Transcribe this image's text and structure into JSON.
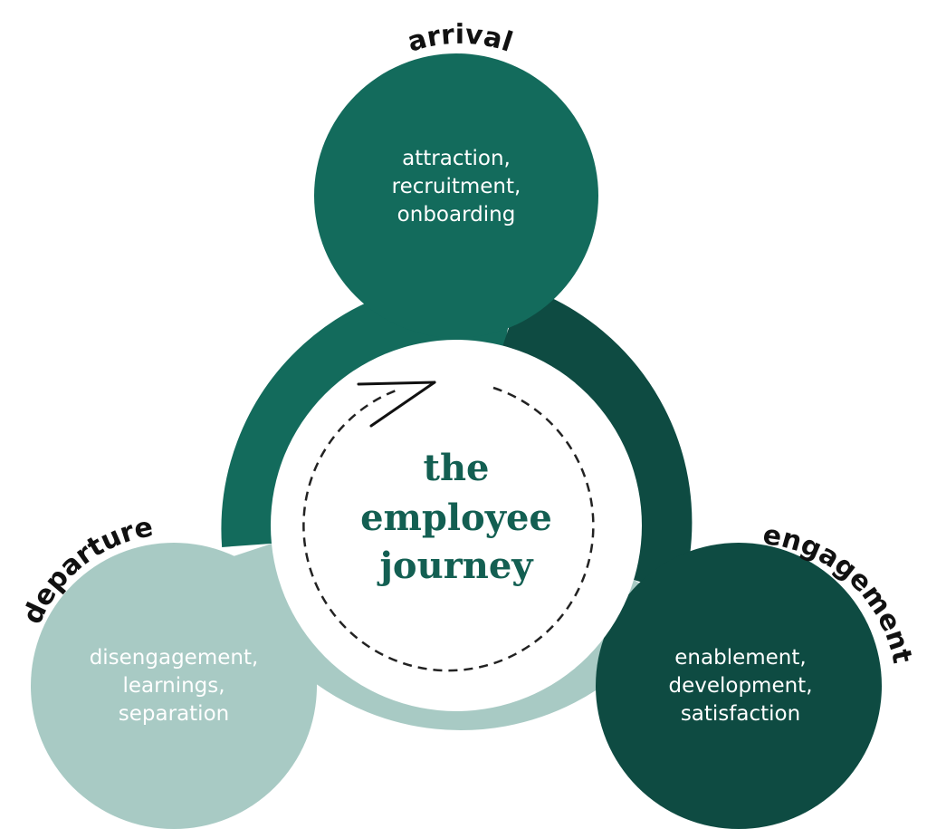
{
  "diagram": {
    "center_title": [
      "the",
      "employee",
      "journey"
    ],
    "stages": {
      "arrival": {
        "label": "arrival",
        "lines": [
          "attraction,",
          "recruitment,",
          "onboarding"
        ],
        "color": "#136b5c"
      },
      "engagement": {
        "label": "engagement",
        "lines": [
          "enablement,",
          "development,",
          "satisfaction"
        ],
        "color": "#0e4b42"
      },
      "departure": {
        "label": "departure",
        "lines": [
          "disengagement,",
          "learnings,",
          "separation"
        ],
        "color": "#a8cac4"
      }
    },
    "colors": {
      "title": "#135f52",
      "label": "#111111",
      "dashed_cycle": "#222222",
      "arrow": "#111111"
    }
  }
}
